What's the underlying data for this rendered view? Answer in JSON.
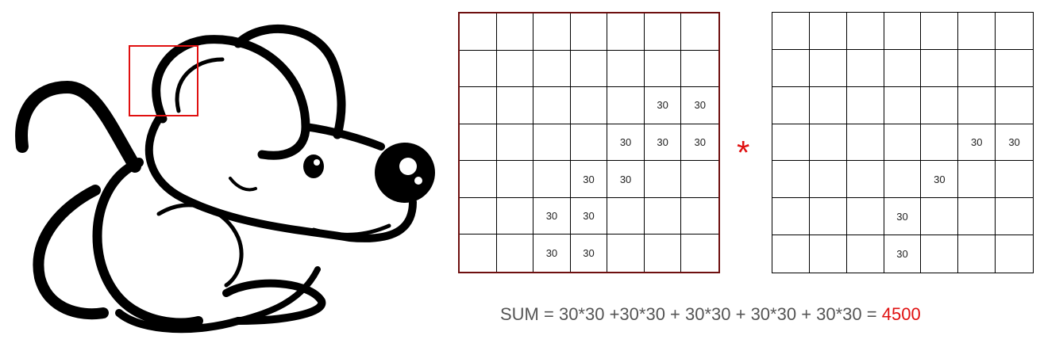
{
  "image_grid": [
    [
      "",
      "",
      "",
      "",
      "",
      "",
      ""
    ],
    [
      "",
      "",
      "",
      "",
      "",
      "",
      ""
    ],
    [
      "",
      "",
      "",
      "",
      "",
      "30",
      "30"
    ],
    [
      "",
      "",
      "",
      "",
      "30",
      "30",
      "30"
    ],
    [
      "",
      "",
      "",
      "30",
      "30",
      "",
      ""
    ],
    [
      "",
      "",
      "30",
      "30",
      "",
      "",
      ""
    ],
    [
      "",
      "",
      "30",
      "30",
      "",
      "",
      ""
    ]
  ],
  "filter_grid": [
    [
      "",
      "",
      "",
      "",
      "",
      "",
      ""
    ],
    [
      "",
      "",
      "",
      "",
      "",
      "",
      ""
    ],
    [
      "",
      "",
      "",
      "",
      "",
      "",
      ""
    ],
    [
      "",
      "",
      "",
      "",
      "",
      "30",
      "30"
    ],
    [
      "",
      "",
      "",
      "",
      "30",
      "",
      ""
    ],
    [
      "",
      "",
      "",
      "30",
      "",
      "",
      ""
    ],
    [
      "",
      "",
      "",
      "30",
      "",
      "",
      ""
    ]
  ],
  "operator": "*",
  "sum": {
    "expression": "SUM = 30*30 +30*30 + 30*30 + 30*30 + 30*30 = ",
    "result": "4500"
  },
  "colors": {
    "highlight_box": "#e01010",
    "image_grid_border": "#6e0f0f",
    "operator": "#e01010",
    "result": "#e01010"
  }
}
